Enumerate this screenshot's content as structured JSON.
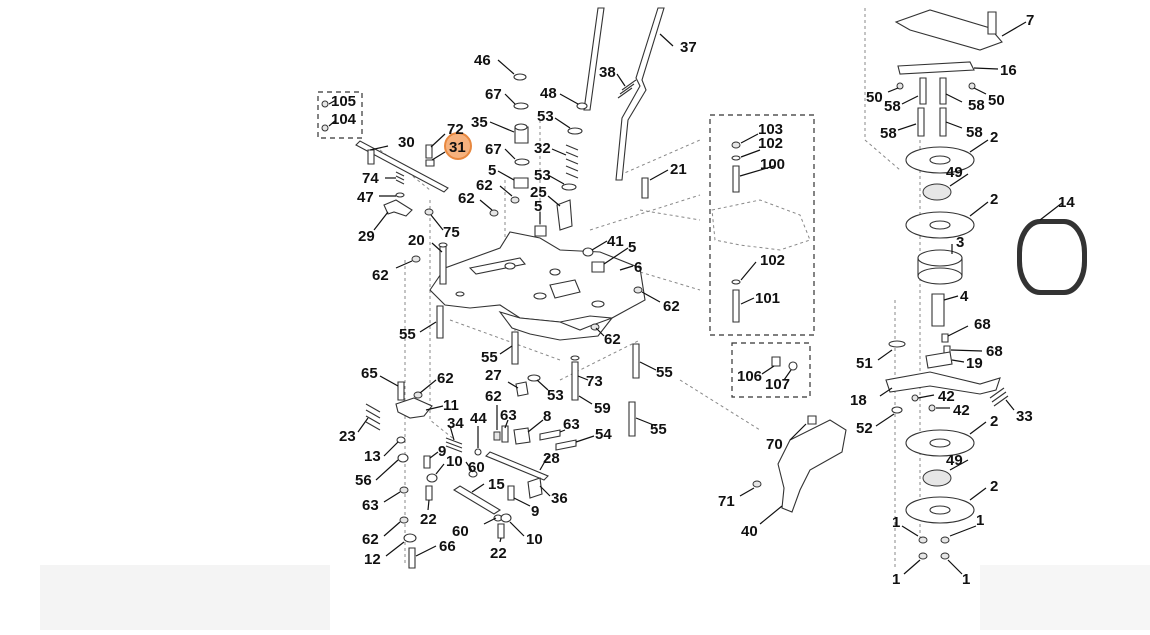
{
  "diagram": {
    "highlighted_part": "31",
    "highlight_color": "#f6b27e",
    "highlight_border_color": "#e8883f",
    "line_color": "#333333",
    "background_color": "#ffffff",
    "labels": [
      "1",
      "2",
      "3",
      "4",
      "5",
      "6",
      "7",
      "8",
      "9",
      "10",
      "11",
      "12",
      "13",
      "14",
      "15",
      "16",
      "18",
      "19",
      "20",
      "21",
      "22",
      "23",
      "25",
      "27",
      "28",
      "29",
      "30",
      "31",
      "32",
      "33",
      "34",
      "35",
      "36",
      "37",
      "38",
      "40",
      "41",
      "42",
      "44",
      "46",
      "47",
      "48",
      "49",
      "50",
      "51",
      "52",
      "53",
      "54",
      "55",
      "56",
      "58",
      "59",
      "60",
      "62",
      "63",
      "65",
      "66",
      "67",
      "68",
      "70",
      "71",
      "72",
      "73",
      "74",
      "75",
      "100",
      "101",
      "102",
      "103",
      "104",
      "105",
      "106",
      "107"
    ]
  }
}
